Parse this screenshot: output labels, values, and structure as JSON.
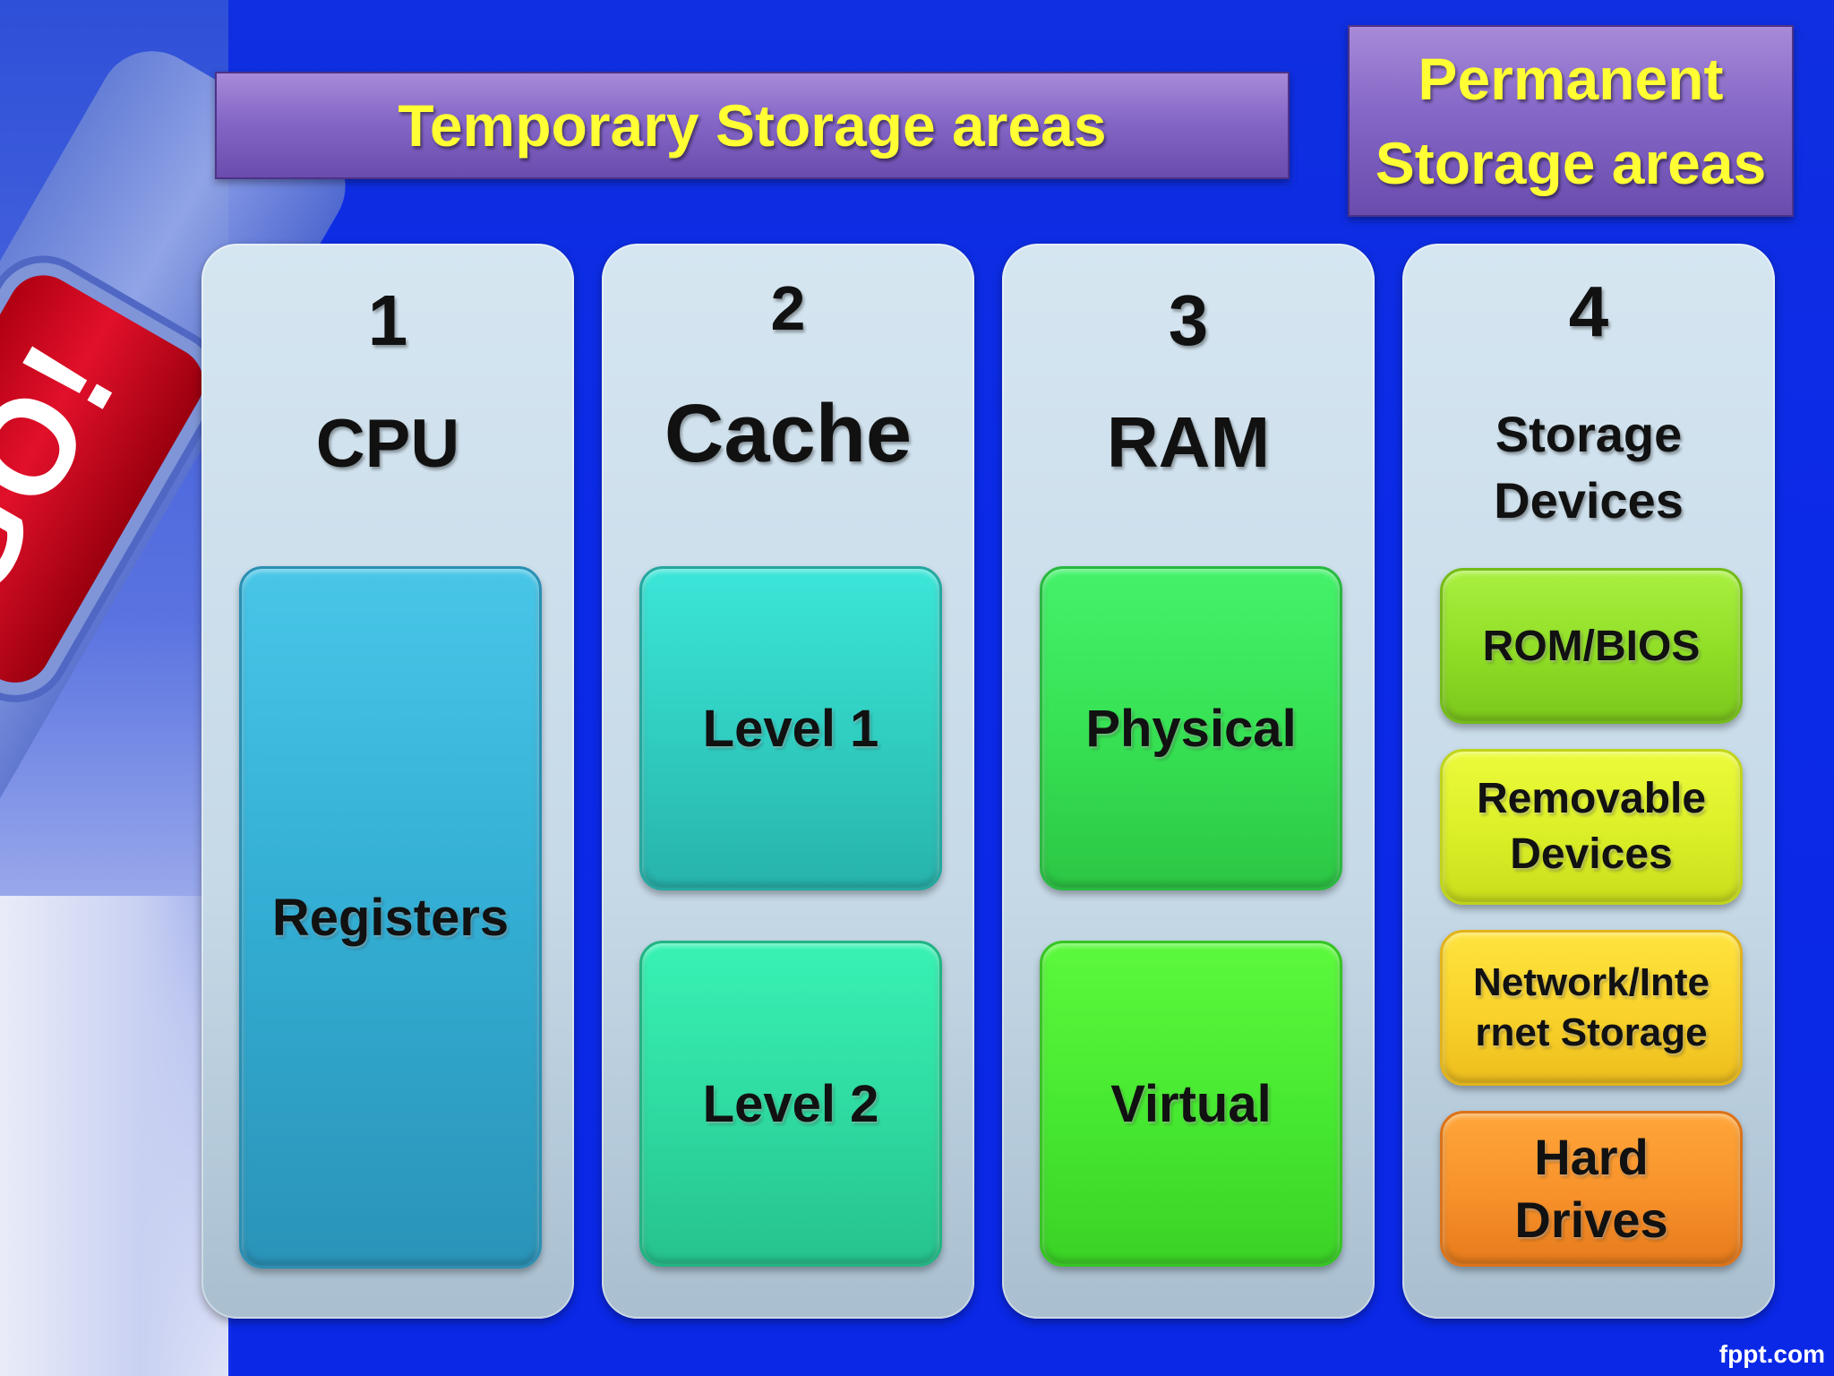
{
  "banners": {
    "temporary": "Temporary Storage areas",
    "permanent_line1": "Permanent",
    "permanent_line2": "Storage areas"
  },
  "columns": [
    {
      "number": "1",
      "title": "CPU",
      "tiles": [
        "Registers"
      ]
    },
    {
      "number": "2",
      "title": "Cache",
      "tiles": [
        "Level 1",
        "Level 2"
      ]
    },
    {
      "number": "3",
      "title": "RAM",
      "tiles": [
        "Physical",
        "Virtual"
      ]
    },
    {
      "number": "4",
      "title_line1": "Storage",
      "title_line2": "Devices",
      "tiles": [
        {
          "line1": "ROM/BIOS"
        },
        {
          "line1": "Removable",
          "line2": "Devices"
        },
        {
          "line1": "Network/Inte",
          "line2": "rnet Storage"
        },
        {
          "line1": "Hard",
          "line2": "Drives"
        }
      ]
    }
  ],
  "decoration": {
    "key_label": "GO!"
  },
  "watermark": "fppt.com",
  "colors": {
    "background": "#0b2ae8",
    "banner": "#8567c7",
    "banner_text": "#ffff33",
    "registers": "#33add3",
    "level1": "#30ccc0",
    "level2": "#2ed9a0",
    "physical": "#36e052",
    "virtual": "#46e830",
    "rom_bios": "#90dd26",
    "removable": "#dbef28",
    "network": "#f9d22b",
    "hard_drives": "#f7912a"
  }
}
